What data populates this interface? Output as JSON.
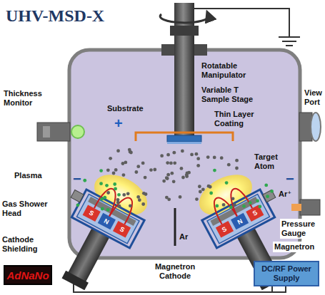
{
  "diagram": {
    "title": "UHV-MSD-X",
    "nodes": [
      {
        "text": [
          "AdNaNo"
        ]
      },
      {
        "text": [
          "DC/RF Power Supply"
        ]
      }
    ],
    "labels": [
      "Rotatable Manipulator",
      "Variable T Sample Stage",
      "Substrate",
      "Thin Layer Coating",
      "View Port",
      "Thickness Monitor",
      "+",
      "Target Atom",
      "Plasma",
      "Ar⁺",
      "Gas Shower Head",
      "−",
      "Pressure Gauge",
      "−",
      "Cathode Shielding",
      "Magnetron",
      "Ar",
      "Magnetron Cathode",
      "S",
      "N",
      "S",
      "S",
      "N",
      "S"
    ]
  }
}
